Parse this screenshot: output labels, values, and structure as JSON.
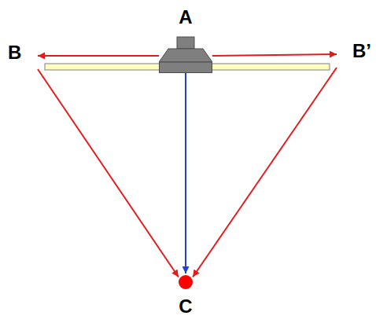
{
  "diagram": {
    "nodes": [
      {
        "text": [
          "A"
        ]
      },
      {
        "text": [
          "B"
        ]
      },
      {
        "text": [
          "B’"
        ]
      },
      {
        "text": [
          "C"
        ]
      }
    ],
    "edges": [
      {
        "from": 0,
        "to": 1,
        "arrow": "to"
      },
      {
        "from": 0,
        "to": 2,
        "arrow": "to"
      },
      {
        "from": 1,
        "to": 3,
        "arrow": "to"
      },
      {
        "from": 2,
        "to": 3,
        "arrow": "to"
      },
      {
        "from": 0,
        "to": 3,
        "arrow": "to"
      }
    ]
  }
}
